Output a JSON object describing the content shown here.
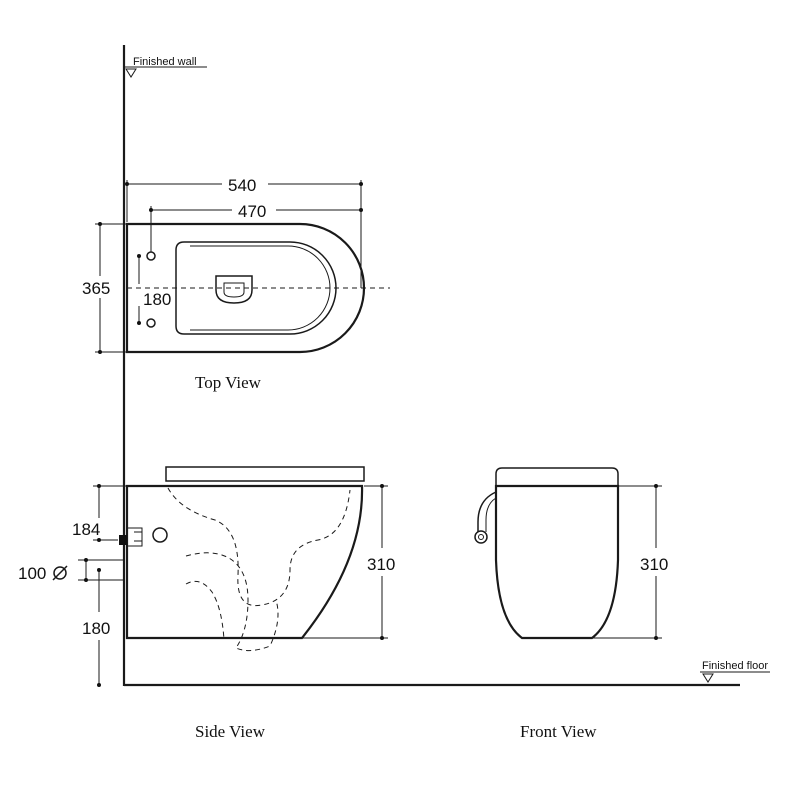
{
  "labels": {
    "finished_wall": "Finished wall",
    "finished_floor": "Finished floor",
    "top_view": "Top View",
    "side_view": "Side View",
    "front_view": "Front View"
  },
  "dimensions": {
    "top_overall_length": "540",
    "top_outlet_length": "470",
    "top_width": "365",
    "top_bolt_spacing": "180",
    "side_inlet_height": "184",
    "side_pipe_diameter": "100",
    "side_floor_clearance": "180",
    "side_height": "310",
    "front_height": "310"
  },
  "colors": {
    "line": "#1a1a1a",
    "background": "#ffffff"
  }
}
